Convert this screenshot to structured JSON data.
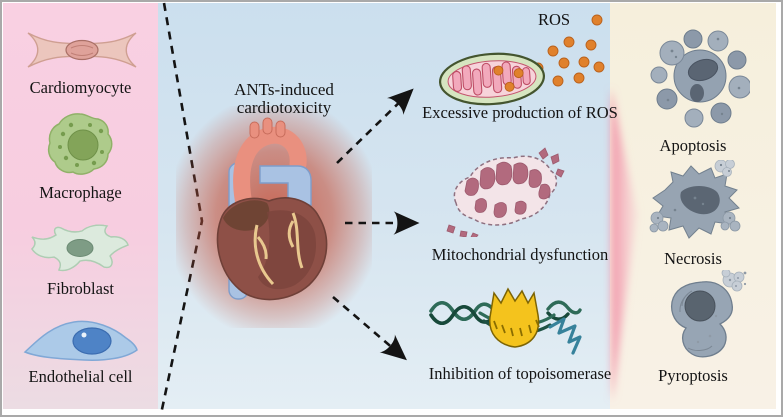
{
  "left_panel": {
    "items": [
      {
        "label": "Cardiomyocyte"
      },
      {
        "label": "Macrophage"
      },
      {
        "label": "Fibroblast"
      },
      {
        "label": "Endothelial cell"
      }
    ]
  },
  "center_panel": {
    "title": "ANTs-induced cardiotoxicity",
    "ros_label": "ROS",
    "mechanisms": [
      {
        "label": "Excessive production of ROS"
      },
      {
        "label": "Mitochondrial dysfunction"
      },
      {
        "label": "Inhibition of topoisomerase"
      }
    ]
  },
  "right_panel": {
    "outcomes": [
      {
        "label": "Apoptosis"
      },
      {
        "label": "Necrosis"
      },
      {
        "label": "Pyroptosis"
      }
    ]
  },
  "colors": {
    "left_panel_pink": "#F8D0E2",
    "center_panel_blue": "#CFE2EF",
    "right_panel_beige": "#F6EFDC",
    "right_panel_wedge_pink": "#F2A2B8",
    "ros_dot_orange": "#E0812C",
    "heart_glow_red": "#C4543E",
    "healthy_mito_green": "#3E552B",
    "damaged_mito_rose": "#B06C7E",
    "dna_teal": "#2E6B58",
    "topoisomerase_yellow": "#F2C11B",
    "arrow_black": "#141414"
  }
}
